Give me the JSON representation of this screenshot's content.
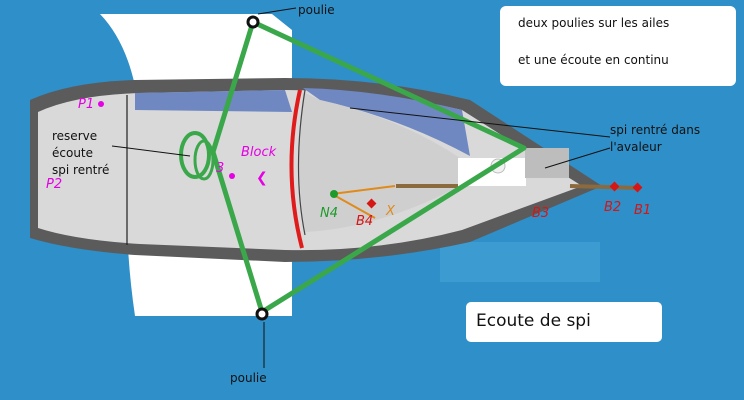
{
  "colors": {
    "background": "#2f8fc8",
    "hull_dark": "#5b5b5b",
    "hull_light": "#d9d9d9",
    "wing": "#ffffff",
    "sail_blue": "#6f88c2",
    "sheet_green": "#3aa84a",
    "red_arc": "#e01b1b",
    "pink_label": "#e600e6",
    "red_label": "#d61515",
    "orange_label": "#e08a1a",
    "dark_green_label": "#1c9b2a",
    "pole_brown": "#8b6a3e"
  },
  "labels": {
    "poulie_top": "poulie",
    "poulie_bottom": "poulie",
    "reserve_line1": "reserve",
    "reserve_line2": "écoute",
    "reserve_line3": "spi rentré",
    "spi_line1": "spi rentré dans",
    "spi_line2": "l'avaleur",
    "block": "Block",
    "block_symbol": "❮",
    "three": "3",
    "p1": "P1",
    "p2": "P2",
    "n4": "N4",
    "b4": "B4",
    "x": "X",
    "b3": "B3",
    "b2": "B2",
    "b1": "B1"
  },
  "info_card": {
    "line1": "deux poulies sur les ailes",
    "line2": "et une écoute en continu"
  },
  "caption_card": {
    "text": "Ecoute de spi"
  }
}
